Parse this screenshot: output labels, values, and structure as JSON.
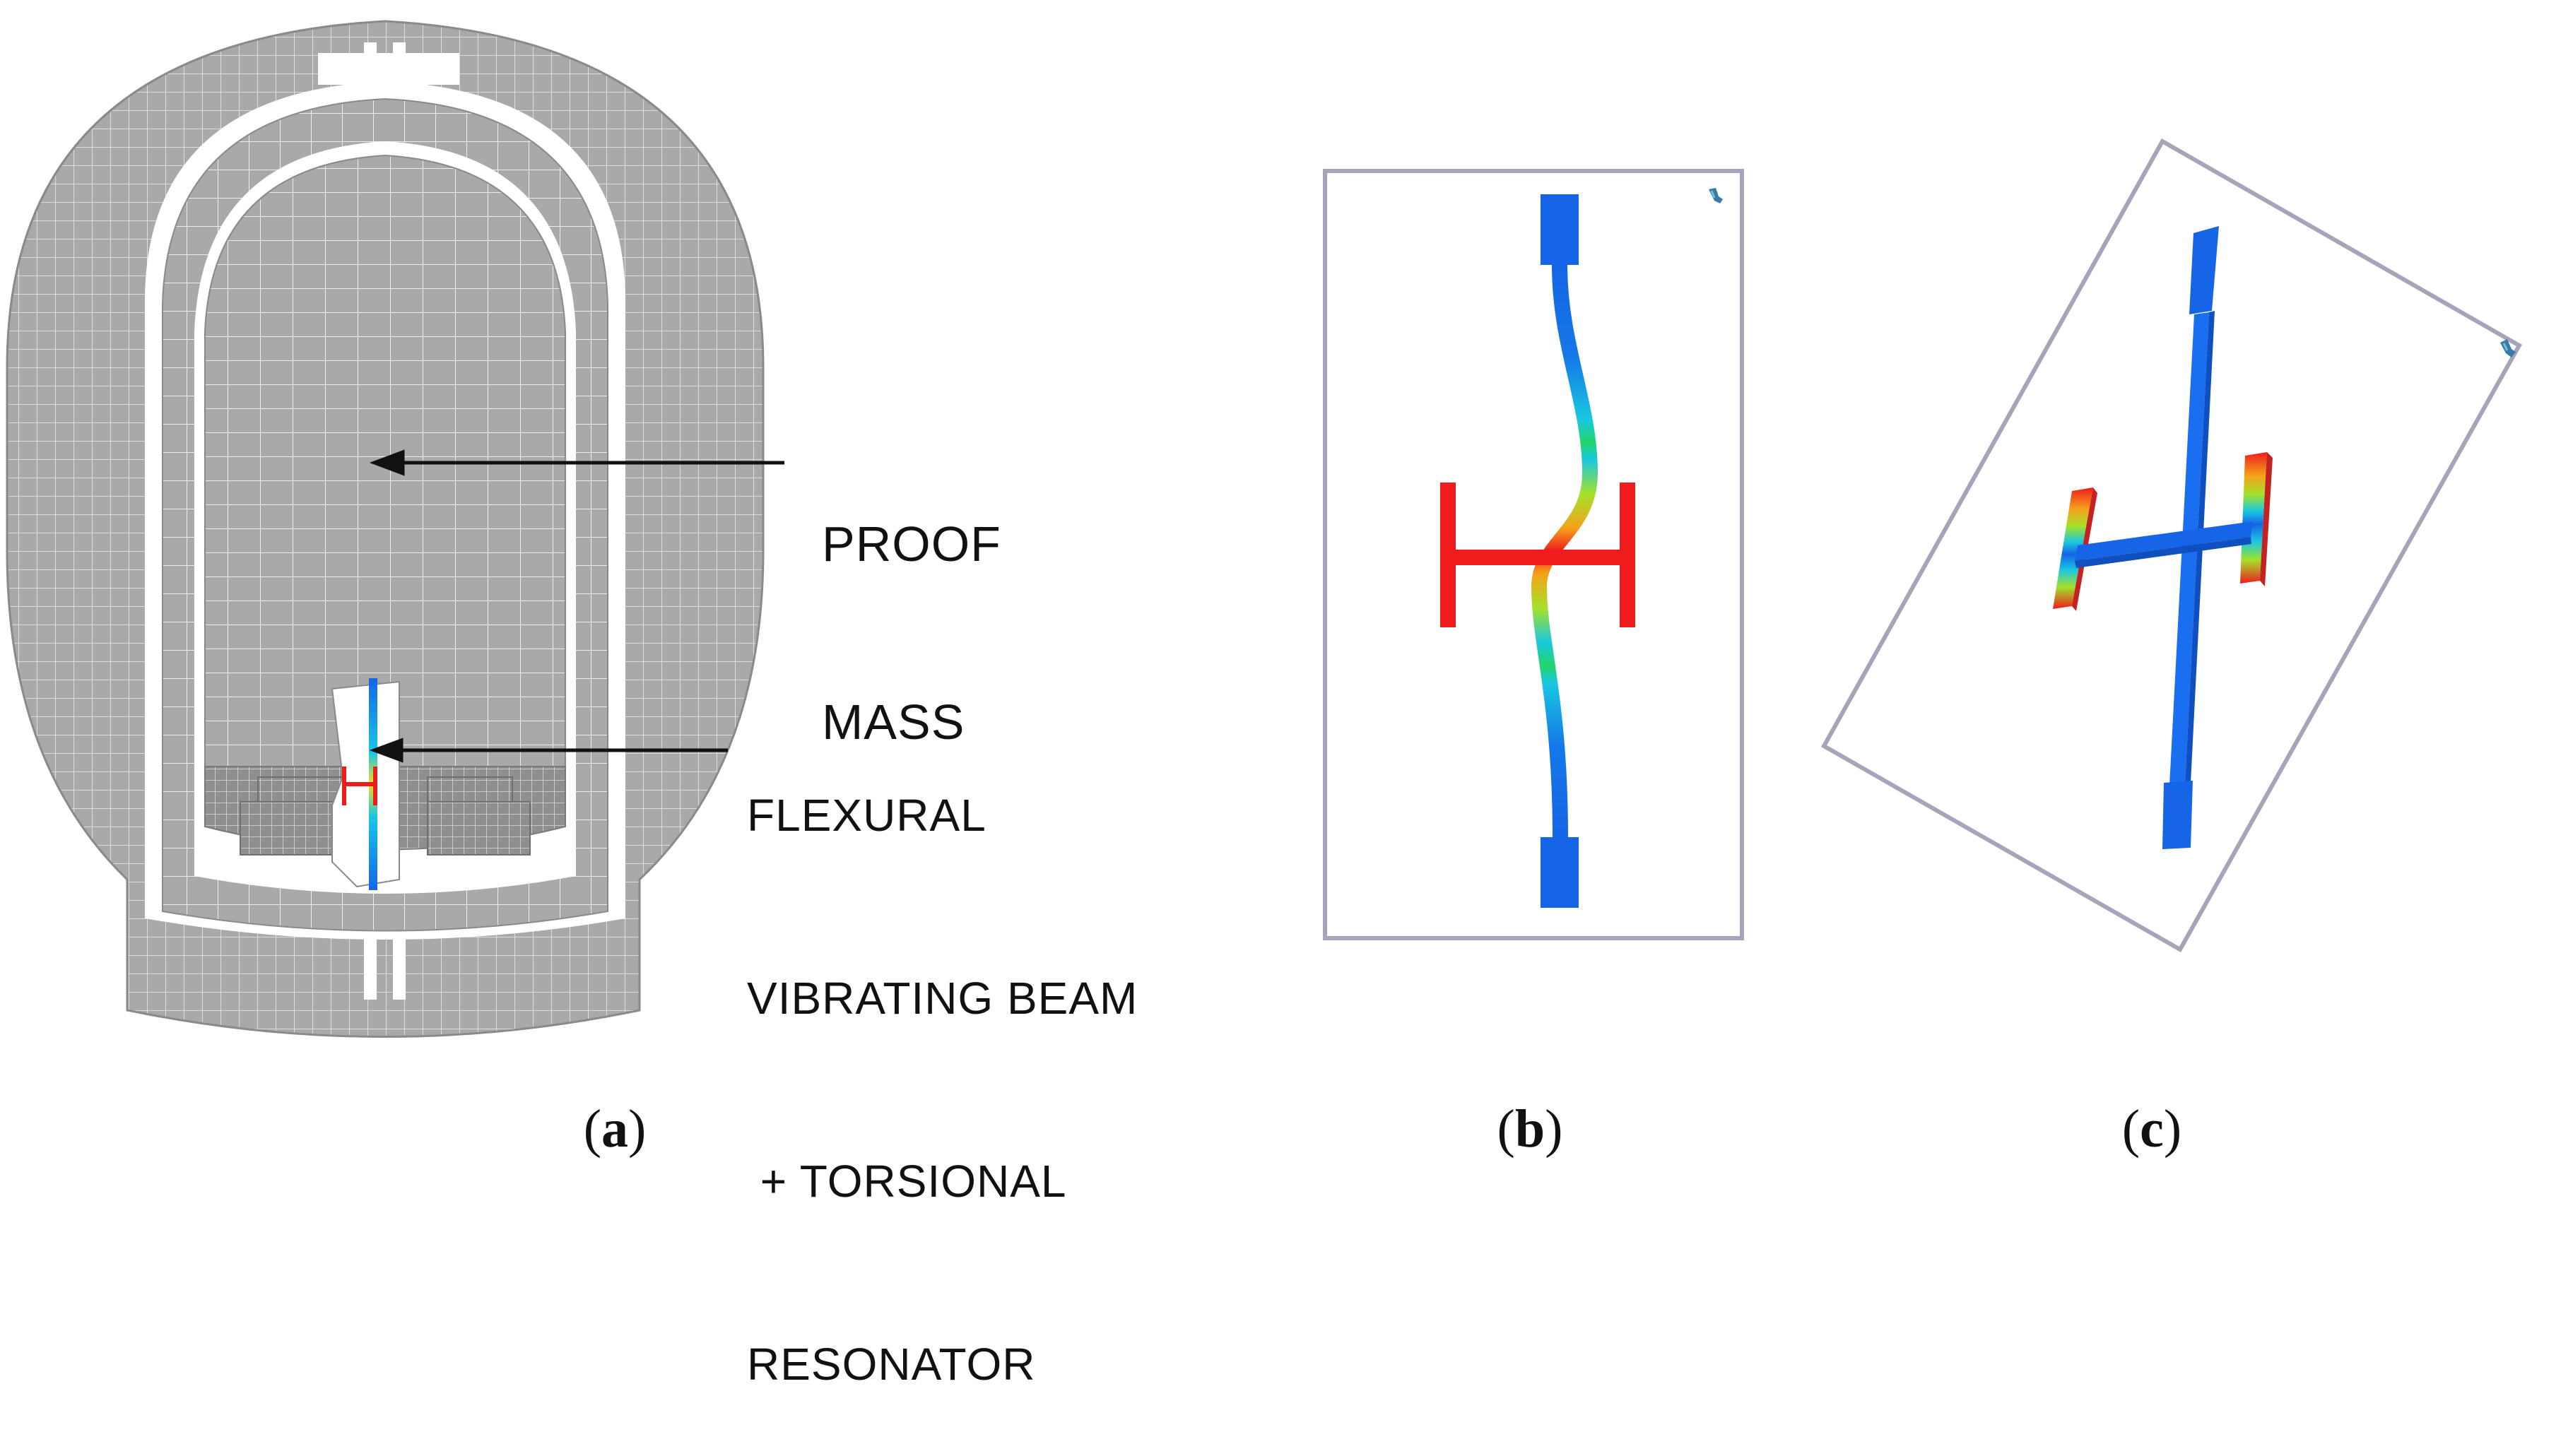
{
  "annotations": {
    "proof_mass": [
      "PROOF",
      "MASS"
    ],
    "beam": [
      "FLEXURAL",
      "VIBRATING BEAM",
      " + TORSIONAL",
      "RESONATOR"
    ]
  },
  "captions": {
    "a": "a",
    "b": "b",
    "c": "c"
  },
  "colors": {
    "mesh_fill": "#a9a9a9",
    "mesh_line": "#ececec",
    "frame": "#a6a4b8",
    "stress_high": "#ee1c1c",
    "stress_low": "#1565e6"
  }
}
